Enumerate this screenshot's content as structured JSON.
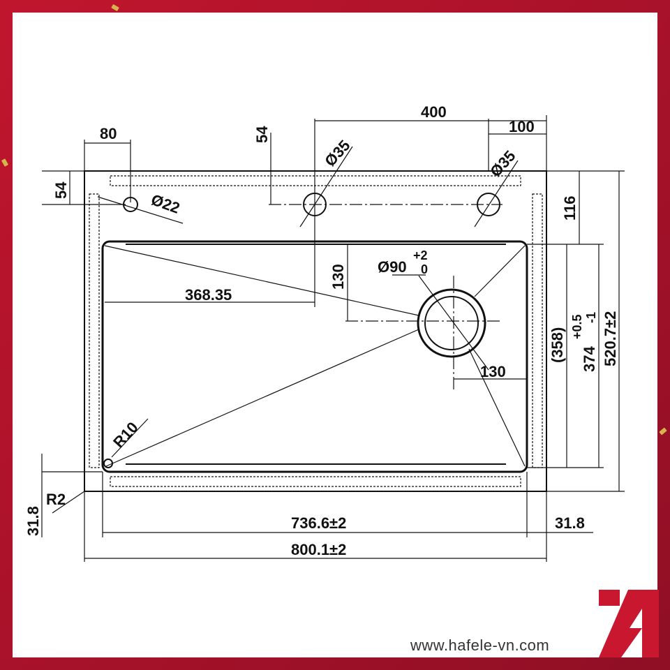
{
  "brand": {
    "website": "www.hafele-vn.com",
    "logo_color": "#c8172f",
    "frame_color": "#b3142a"
  },
  "drawing": {
    "dimensions": {
      "overall_width": "800.1±2",
      "bowl_width": "736.6±2",
      "right_flange": "31.8",
      "left_flange": "31.8",
      "corner_radius_outer": "R2",
      "corner_radius_inner": "R10",
      "tap_hole_offset_x": "80",
      "tap_hole_offset_y": "54",
      "tap_hole_diameter": "Ø22",
      "accessory_holes_spacing": "400",
      "accessory_hole_diameter_1": "Ø35",
      "accessory_hole_diameter_2": "Ø35",
      "accessory_hole_offset_y": "54",
      "accessory_hole_offset_right": "100",
      "drain_diameter": "Ø90",
      "drain_tol_plus": "+2",
      "drain_tol_minus": "0",
      "drain_from_left": "368.35",
      "drain_from_top": "130",
      "drain_from_right": "130",
      "top_flange": "116",
      "bowl_depth_inner": "(358)",
      "bowl_depth": "374",
      "bowl_depth_tol_plus": "+0.5",
      "bowl_depth_tol_minus": "-1",
      "overall_depth": "520.7±2"
    }
  }
}
